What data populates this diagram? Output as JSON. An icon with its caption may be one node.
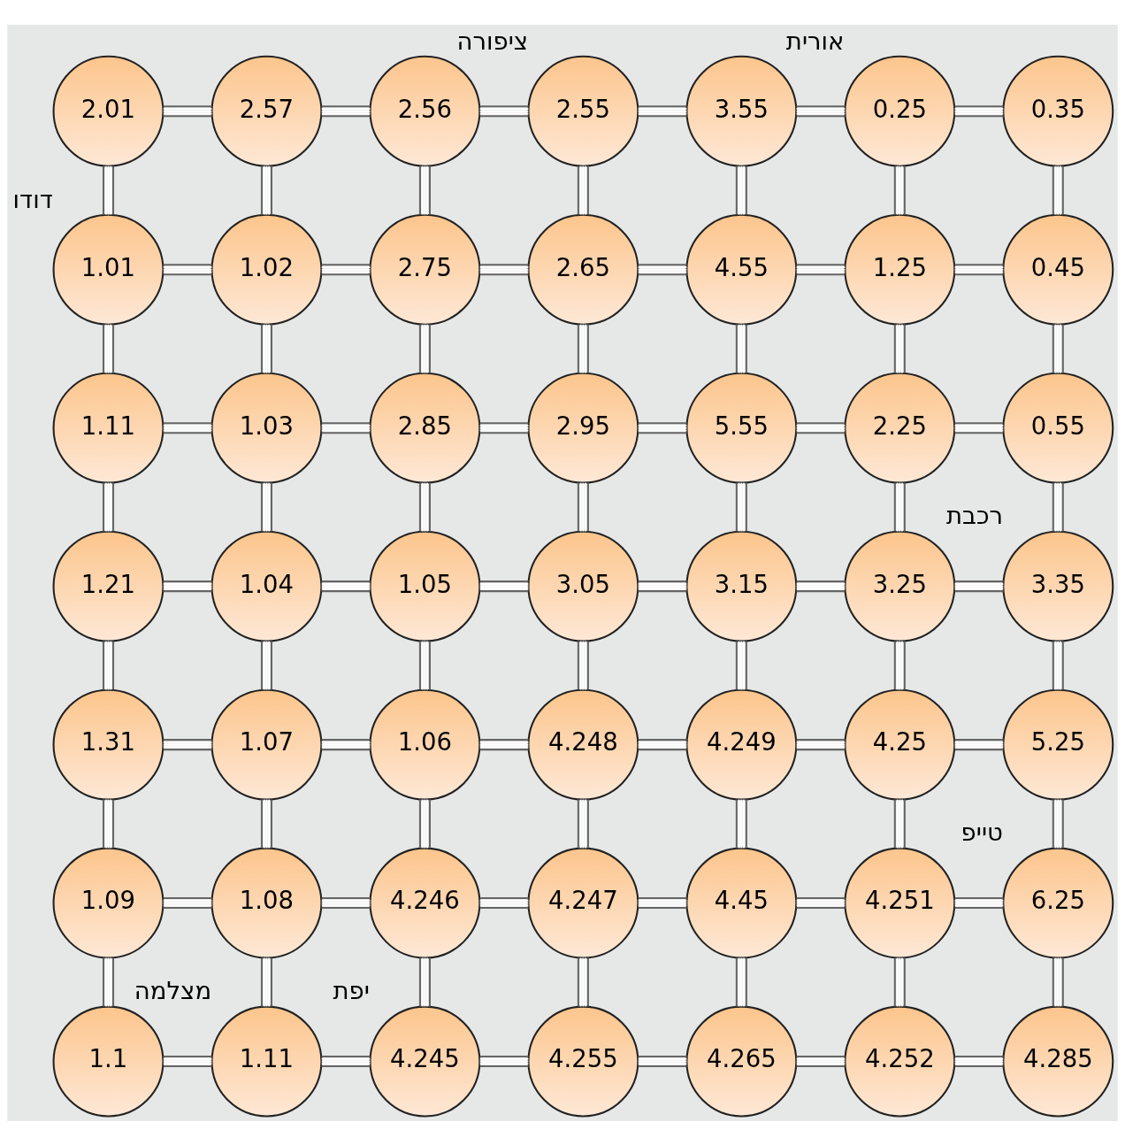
{
  "diagram": {
    "nodes": [
      {
        "text": [
          "2.01"
        ]
      },
      {
        "text": [
          "2.57"
        ]
      },
      {
        "text": [
          "2.56"
        ]
      },
      {
        "text": [
          "2.55"
        ],
        "beside": [
          "ציפורה"
        ]
      },
      {
        "text": [
          "3.55"
        ]
      },
      {
        "text": [
          "0.25"
        ],
        "beside": [
          "אורית"
        ]
      },
      {
        "text": [
          "0.35"
        ]
      },
      {
        "text": [
          "1.01"
        ],
        "beside": [
          "דודו"
        ]
      },
      {
        "text": [
          "1.02"
        ]
      },
      {
        "text": [
          "2.75"
        ]
      },
      {
        "text": [
          "2.65"
        ]
      },
      {
        "text": [
          "4.55"
        ]
      },
      {
        "text": [
          "1.25"
        ]
      },
      {
        "text": [
          "0.45"
        ]
      },
      {
        "text": [
          "1.11"
        ]
      },
      {
        "text": [
          "1.03"
        ]
      },
      {
        "text": [
          "2.85"
        ]
      },
      {
        "text": [
          "2.95"
        ]
      },
      {
        "text": [
          "5.55"
        ]
      },
      {
        "text": [
          "2.25"
        ]
      },
      {
        "text": [
          "0.55"
        ]
      },
      {
        "text": [
          "1.21"
        ]
      },
      {
        "text": [
          "1.04"
        ]
      },
      {
        "text": [
          "1.05"
        ]
      },
      {
        "text": [
          "3.05"
        ]
      },
      {
        "text": [
          "3.15"
        ]
      },
      {
        "text": [
          "3.25"
        ]
      },
      {
        "text": [
          "3.35"
        ],
        "beside": [
          "רכבת"
        ]
      },
      {
        "text": [
          "1.31"
        ]
      },
      {
        "text": [
          "1.07"
        ]
      },
      {
        "text": [
          "1.06"
        ]
      },
      {
        "text": [
          "4.248"
        ]
      },
      {
        "text": [
          "4.249"
        ]
      },
      {
        "text": [
          "4.25"
        ]
      },
      {
        "text": [
          "5.25"
        ]
      },
      {
        "text": [
          "1.09"
        ]
      },
      {
        "text": [
          "1.08"
        ]
      },
      {
        "text": [
          "4.246"
        ]
      },
      {
        "text": [
          "4.247"
        ]
      },
      {
        "text": [
          "4.45"
        ]
      },
      {
        "text": [
          "4.251"
        ]
      },
      {
        "text": [
          "6.25"
        ],
        "beside": [
          "טייפ"
        ]
      },
      {
        "text": [
          "1.1"
        ]
      },
      {
        "text": [
          "1.11"
        ],
        "beside": [
          "מצלמה"
        ]
      },
      {
        "text": [
          "4.245"
        ],
        "beside": [
          "יפת"
        ]
      },
      {
        "text": [
          "4.255"
        ]
      },
      {
        "text": [
          "4.265"
        ]
      },
      {
        "text": [
          "4.252"
        ]
      },
      {
        "text": [
          "4.285"
        ]
      }
    ],
    "edges": [
      {
        "from": 0,
        "to": 1,
        "arrow": "none"
      },
      {
        "from": 1,
        "to": 2,
        "arrow": "none"
      },
      {
        "from": 2,
        "to": 3,
        "arrow": "none"
      },
      {
        "from": 3,
        "to": 4,
        "arrow": "none"
      },
      {
        "from": 4,
        "to": 5,
        "arrow": "none"
      },
      {
        "from": 5,
        "to": 6,
        "arrow": "none"
      },
      {
        "from": 0,
        "to": 7,
        "arrow": "none"
      },
      {
        "from": 1,
        "to": 8,
        "arrow": "none"
      },
      {
        "from": 2,
        "to": 9,
        "arrow": "none"
      },
      {
        "from": 3,
        "to": 10,
        "arrow": "none"
      },
      {
        "from": 4,
        "to": 11,
        "arrow": "none"
      },
      {
        "from": 5,
        "to": 12,
        "arrow": "none"
      },
      {
        "from": 6,
        "to": 13,
        "arrow": "none"
      },
      {
        "from": 7,
        "to": 8,
        "arrow": "none"
      },
      {
        "from": 8,
        "to": 9,
        "arrow": "none"
      },
      {
        "from": 9,
        "to": 10,
        "arrow": "none"
      },
      {
        "from": 10,
        "to": 11,
        "arrow": "none"
      },
      {
        "from": 11,
        "to": 12,
        "arrow": "none"
      },
      {
        "from": 12,
        "to": 13,
        "arrow": "none"
      },
      {
        "from": 7,
        "to": 14,
        "arrow": "none"
      },
      {
        "from": 8,
        "to": 15,
        "arrow": "none"
      },
      {
        "from": 9,
        "to": 16,
        "arrow": "none"
      },
      {
        "from": 10,
        "to": 17,
        "arrow": "none"
      },
      {
        "from": 11,
        "to": 18,
        "arrow": "none"
      },
      {
        "from": 12,
        "to": 19,
        "arrow": "none"
      },
      {
        "from": 13,
        "to": 20,
        "arrow": "none"
      },
      {
        "from": 14,
        "to": 15,
        "arrow": "none"
      },
      {
        "from": 15,
        "to": 16,
        "arrow": "none"
      },
      {
        "from": 16,
        "to": 17,
        "arrow": "none"
      },
      {
        "from": 17,
        "to": 18,
        "arrow": "none"
      },
      {
        "from": 18,
        "to": 19,
        "arrow": "none"
      },
      {
        "from": 19,
        "to": 20,
        "arrow": "none"
      },
      {
        "from": 14,
        "to": 21,
        "arrow": "none"
      },
      {
        "from": 15,
        "to": 22,
        "arrow": "none"
      },
      {
        "from": 16,
        "to": 23,
        "arrow": "none"
      },
      {
        "from": 17,
        "to": 24,
        "arrow": "none"
      },
      {
        "from": 18,
        "to": 25,
        "arrow": "none"
      },
      {
        "from": 19,
        "to": 26,
        "arrow": "none"
      },
      {
        "from": 20,
        "to": 27,
        "arrow": "none"
      },
      {
        "from": 21,
        "to": 22,
        "arrow": "none"
      },
      {
        "from": 22,
        "to": 23,
        "arrow": "none"
      },
      {
        "from": 23,
        "to": 24,
        "arrow": "none"
      },
      {
        "from": 24,
        "to": 25,
        "arrow": "none"
      },
      {
        "from": 25,
        "to": 26,
        "arrow": "none"
      },
      {
        "from": 26,
        "to": 27,
        "arrow": "none"
      },
      {
        "from": 21,
        "to": 28,
        "arrow": "none"
      },
      {
        "from": 22,
        "to": 29,
        "arrow": "none"
      },
      {
        "from": 23,
        "to": 30,
        "arrow": "none"
      },
      {
        "from": 24,
        "to": 31,
        "arrow": "none"
      },
      {
        "from": 25,
        "to": 32,
        "arrow": "none"
      },
      {
        "from": 26,
        "to": 33,
        "arrow": "none"
      },
      {
        "from": 27,
        "to": 34,
        "arrow": "none"
      },
      {
        "from": 28,
        "to": 29,
        "arrow": "none"
      },
      {
        "from": 29,
        "to": 30,
        "arrow": "none"
      },
      {
        "from": 30,
        "to": 31,
        "arrow": "none"
      },
      {
        "from": 31,
        "to": 32,
        "arrow": "none"
      },
      {
        "from": 32,
        "to": 33,
        "arrow": "none"
      },
      {
        "from": 33,
        "to": 34,
        "arrow": "none"
      },
      {
        "from": 28,
        "to": 35,
        "arrow": "none"
      },
      {
        "from": 29,
        "to": 36,
        "arrow": "none"
      },
      {
        "from": 30,
        "to": 37,
        "arrow": "none"
      },
      {
        "from": 31,
        "to": 38,
        "arrow": "none"
      },
      {
        "from": 32,
        "to": 39,
        "arrow": "none"
      },
      {
        "from": 33,
        "to": 40,
        "arrow": "none"
      },
      {
        "from": 34,
        "to": 41,
        "arrow": "none"
      },
      {
        "from": 35,
        "to": 36,
        "arrow": "none"
      },
      {
        "from": 36,
        "to": 37,
        "arrow": "none"
      },
      {
        "from": 37,
        "to": 38,
        "arrow": "none"
      },
      {
        "from": 38,
        "to": 39,
        "arrow": "none"
      },
      {
        "from": 39,
        "to": 40,
        "arrow": "none"
      },
      {
        "from": 40,
        "to": 41,
        "arrow": "none"
      },
      {
        "from": 35,
        "to": 42,
        "arrow": "none"
      },
      {
        "from": 36,
        "to": 43,
        "arrow": "none"
      },
      {
        "from": 37,
        "to": 44,
        "arrow": "none"
      },
      {
        "from": 38,
        "to": 45,
        "arrow": "none"
      },
      {
        "from": 39,
        "to": 46,
        "arrow": "none"
      },
      {
        "from": 40,
        "to": 47,
        "arrow": "none"
      },
      {
        "from": 41,
        "to": 48,
        "arrow": "none"
      },
      {
        "from": 42,
        "to": 43,
        "arrow": "none"
      },
      {
        "from": 43,
        "to": 44,
        "arrow": "none"
      },
      {
        "from": 44,
        "to": 45,
        "arrow": "none"
      },
      {
        "from": 45,
        "to": 46,
        "arrow": "none"
      },
      {
        "from": 46,
        "to": 47,
        "arrow": "none"
      },
      {
        "from": 47,
        "to": 48,
        "arrow": "none"
      }
    ]
  }
}
